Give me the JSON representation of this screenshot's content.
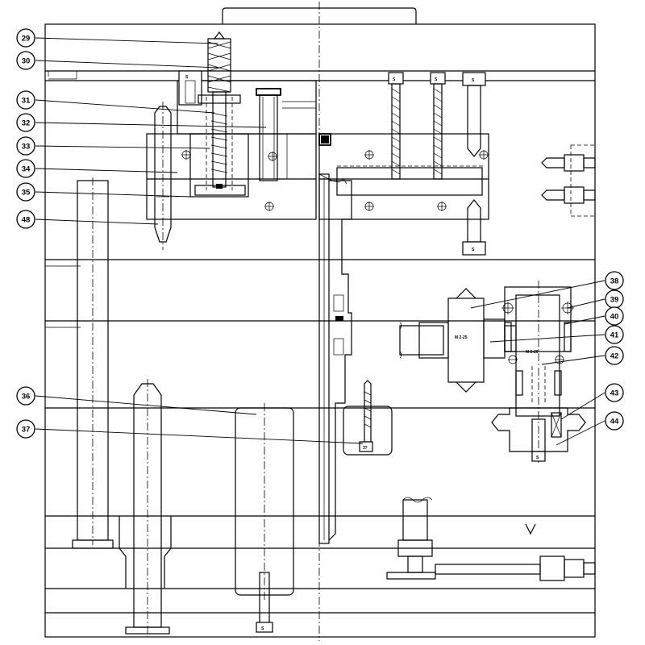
{
  "callouts": [
    {
      "id": "29",
      "label": "29"
    },
    {
      "id": "30",
      "label": "30"
    },
    {
      "id": "31",
      "label": "31"
    },
    {
      "id": "32",
      "label": "32"
    },
    {
      "id": "33",
      "label": "33"
    },
    {
      "id": "34",
      "label": "34"
    },
    {
      "id": "35",
      "label": "35"
    },
    {
      "id": "48",
      "label": "48"
    },
    {
      "id": "36",
      "label": "36"
    },
    {
      "id": "37",
      "label": "37"
    },
    {
      "id": "38",
      "label": "38"
    },
    {
      "id": "39",
      "label": "39"
    },
    {
      "id": "40",
      "label": "40"
    },
    {
      "id": "41",
      "label": "41"
    },
    {
      "id": "42",
      "label": "42"
    },
    {
      "id": "43",
      "label": "43"
    },
    {
      "id": "44",
      "label": "44"
    }
  ],
  "colors": {
    "line": "#000000",
    "paper": "#ffffff"
  }
}
